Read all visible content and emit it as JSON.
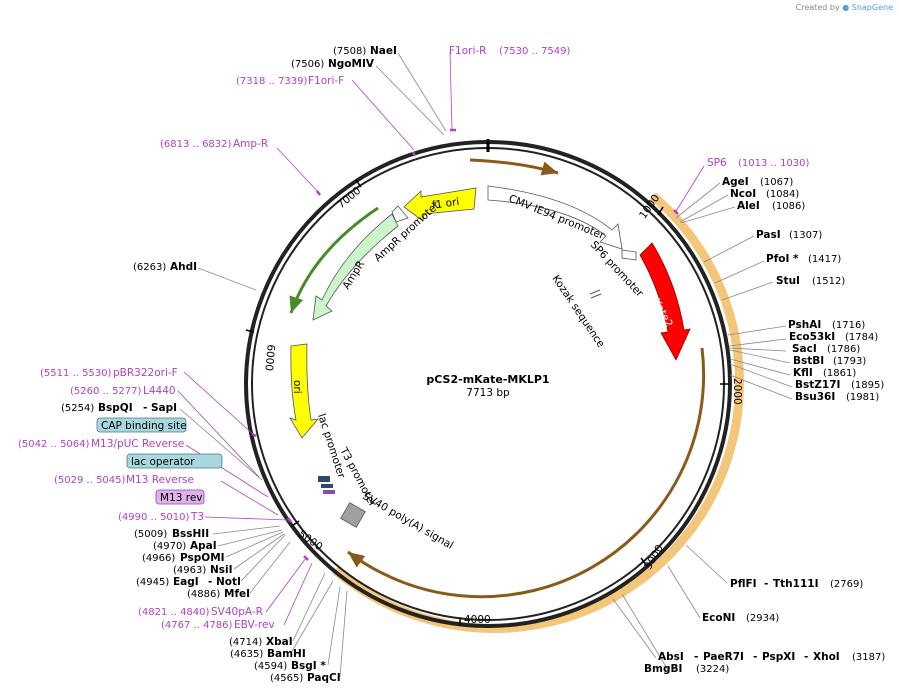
{
  "credit": {
    "prefix": "Created by",
    "brand": "SnapGene"
  },
  "plasmid": {
    "name": "pCS2-mKate-MKLP1",
    "size_label": "7713 bp"
  },
  "ticks": [
    "1000",
    "2000",
    "3000",
    "4000",
    "5000",
    "6000",
    "7000"
  ],
  "features": {
    "f1ori": "f1 ori",
    "cmv": "CMV IE94 promoter",
    "sp6p": "SP6 promoter",
    "mkate2": "mKate2",
    "kozak": "Kozak sequence",
    "ampr": "AmpR",
    "amprp": "AmpR promoter",
    "ori": "ori",
    "lacp": "lac promoter",
    "t3p": "T3 promoter",
    "sv40": "SV40 poly(A) signal"
  },
  "left_labels": [
    {
      "pos": "(7508)",
      "name": "NaeI"
    },
    {
      "pos": "(7506)",
      "name": "NgoMIV"
    },
    {
      "pos": "(6263)",
      "name": "AhdI"
    },
    {
      "pos": "(5254)",
      "name": "BspQI",
      "name2": "SapI"
    },
    {
      "pos": "(5009)",
      "name": "BssHII"
    },
    {
      "pos": "(4970)",
      "name": "ApaI"
    },
    {
      "pos": "(4966)",
      "name": "PspOMI"
    },
    {
      "pos": "(4963)",
      "name": "NsiI"
    },
    {
      "pos": "(4945)",
      "name": "EagI",
      "name2": "NotI"
    },
    {
      "pos": "(4886)",
      "name": "MfeI"
    },
    {
      "pos": "(4714)",
      "name": "XbaI"
    },
    {
      "pos": "(4635)",
      "name": "BamHI"
    },
    {
      "pos": "(4594)",
      "name": "BsgI *"
    },
    {
      "pos": "(4565)",
      "name": "PaqCI"
    }
  ],
  "primers": [
    {
      "name": "F1ori-R",
      "pos": "(7530 .. 7549)"
    },
    {
      "name": "F1ori-F",
      "pos": "(7318 .. 7339)"
    },
    {
      "name": "Amp-R",
      "pos": "(6813 .. 6832)"
    },
    {
      "name": "SP6",
      "pos": "(1013 .. 1030)"
    },
    {
      "name": "pBR322ori-F",
      "pos": "(5511 .. 5530)"
    },
    {
      "name": "L4440",
      "pos": "(5260 .. 5277)"
    },
    {
      "name": "M13/pUC Reverse",
      "pos": "(5042 .. 5064)"
    },
    {
      "name": "M13 Reverse",
      "pos": "(5029 .. 5045)"
    },
    {
      "name": "T3",
      "pos": "(4990 .. 5010)"
    },
    {
      "name": "SV40pA-R",
      "pos": "(4821 .. 4840)"
    },
    {
      "name": "EBV-rev",
      "pos": "(4767 .. 4786)"
    }
  ],
  "boxes": [
    {
      "name": "CAP binding site"
    },
    {
      "name": "lac operator"
    },
    {
      "name": "M13 rev"
    }
  ],
  "right_labels": [
    {
      "name": "AgeI",
      "pos": "(1067)"
    },
    {
      "name": "NcoI",
      "pos": "(1084)"
    },
    {
      "name": "AleI",
      "pos": "(1086)"
    },
    {
      "name": "PasI",
      "pos": "(1307)"
    },
    {
      "name": "PfoI *",
      "pos": "(1417)"
    },
    {
      "name": "StuI",
      "pos": "(1512)"
    },
    {
      "name": "PshAI",
      "pos": "(1716)"
    },
    {
      "name": "Eco53kI",
      "pos": "(1784)"
    },
    {
      "name": "SacI",
      "pos": "(1786)"
    },
    {
      "name": "BstBI",
      "pos": "(1793)"
    },
    {
      "name": "KflI",
      "pos": "(1861)"
    },
    {
      "name": "BstZ17I",
      "pos": "(1895)"
    },
    {
      "name": "Bsu36I",
      "pos": "(1981)"
    },
    {
      "name": "PflFI",
      "name2": "Tth111I",
      "pos": "(2769)"
    },
    {
      "name": "EcoNI",
      "pos": "(2934)"
    },
    {
      "name": "AbsI",
      "name2": "PaeR7I",
      "name3": "PspXI",
      "name4": "XhoI",
      "pos": "(3187)"
    },
    {
      "name": "BmgBI",
      "pos": "(3224)"
    }
  ],
  "colors": {
    "backbone": "#222222",
    "insert_highlight": "#f4c67a",
    "primer": "#b040c8",
    "f1ori": "#ffff00",
    "mkate2": "#ff0000",
    "ampr": "#ccf5cc",
    "ori": "#ffff00",
    "cap_box": "#a8d8de",
    "m13rev_box": "#e0b0ea"
  }
}
